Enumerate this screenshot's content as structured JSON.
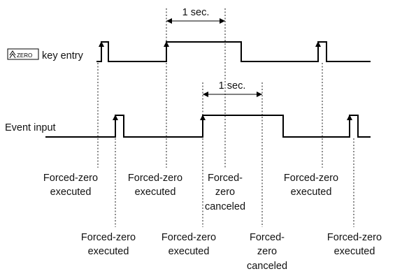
{
  "signals": {
    "key_entry": {
      "label": "key entry",
      "icon": "zero-key-icon",
      "key_text": "ZERO"
    },
    "event_input": {
      "label": "Event input"
    }
  },
  "durations": {
    "top": "1 sec.",
    "bottom": "1 sec."
  },
  "key_outcomes": [
    {
      "lines": [
        "Forced-zero",
        "executed"
      ]
    },
    {
      "lines": [
        "Forced-zero",
        "executed"
      ]
    },
    {
      "lines": [
        "Forced-",
        "zero",
        "canceled"
      ]
    },
    {
      "lines": [
        "Forced-zero",
        "executed"
      ]
    }
  ],
  "event_outcomes": [
    {
      "lines": [
        "Forced-zero",
        "executed"
      ]
    },
    {
      "lines": [
        "Forced-zero",
        "executed"
      ]
    },
    {
      "lines": [
        "Forced-",
        "zero",
        "canceled"
      ]
    },
    {
      "lines": [
        "Forced-zero",
        "executed"
      ]
    }
  ]
}
